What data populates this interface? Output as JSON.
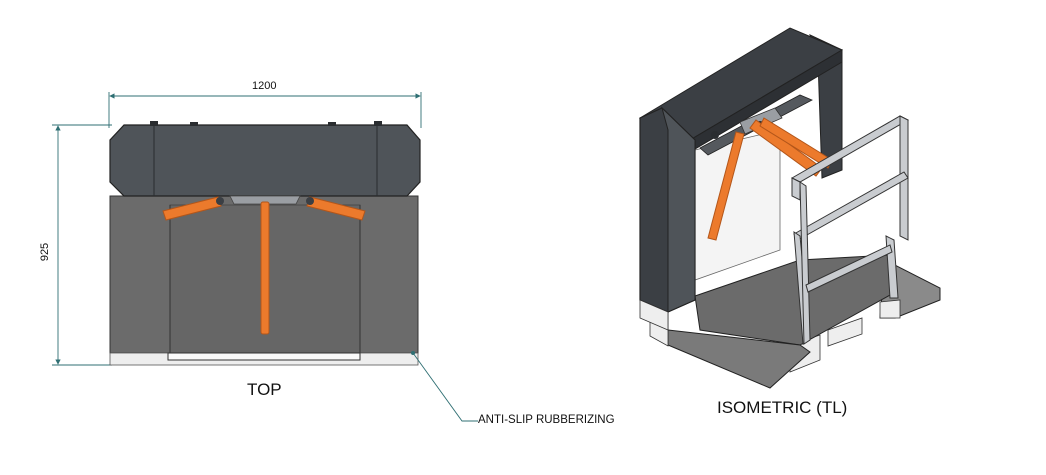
{
  "dimensions": {
    "width": "1200",
    "height": "925"
  },
  "views": {
    "top": "TOP",
    "isometric": "ISOMETRIC (TL)"
  },
  "annotations": {
    "anti_slip": "ANTI-SLIP RUBBERIZING"
  },
  "colors": {
    "housing": "#4f5459",
    "housing_dark": "#3b3f44",
    "floor": "#6b6b6b",
    "floor_light": "#7a7a7a",
    "arm": "#ec7a2c",
    "rail": "#c9ccd0",
    "base": "#eeeeee",
    "dimension_line": "#2f6f73"
  }
}
